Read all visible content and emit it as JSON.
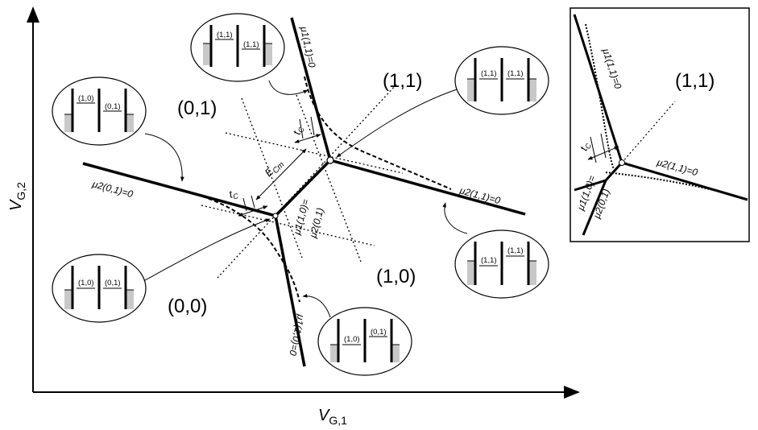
{
  "axes": {
    "x_label": "V",
    "x_sub": "G,1",
    "y_label": "V",
    "y_sub": "G,2"
  },
  "regions": {
    "r00": "(0,0)",
    "r01": "(0,1)",
    "r10": "(1,0)",
    "r11": "(1,1)",
    "inset_r11": "(1,1)"
  },
  "lines": {
    "mu2_01": "μ2(0,1)=0",
    "mu2_11": "μ2(1,1)=0",
    "mu1_11": "μ1(1,1)=0",
    "mu1_10": "μ1(1,0)=0",
    "triple_a": "μ1(1,0)=",
    "triple_b": "μ2(0,1)",
    "inset_mu1_11": "μ1(1,1)=0",
    "inset_mu2_11": "μ2(1,1)=0",
    "inset_triple_a": "μ1(1,0)=",
    "inset_triple_b": "μ2(0,1)"
  },
  "annotations": {
    "tc": "t",
    "tc_sub": "C",
    "ecm": "E",
    "ecm_sub": "Cm"
  },
  "bubbles": {
    "top_left": [
      "(1,1)",
      "(1,1)"
    ],
    "left": [
      "(1,0)",
      "(0,1)"
    ],
    "bottom_left": [
      "(1,0)",
      "(0,1)"
    ],
    "bottom": [
      "(1,0)",
      "(0,1)"
    ],
    "right_top": [
      "(1,1)",
      "(1,1)"
    ],
    "right_bottom": [
      "(1,1)",
      "(1,1)"
    ]
  },
  "colors": {
    "fill": "#c8c8c8",
    "line": "#000000"
  }
}
